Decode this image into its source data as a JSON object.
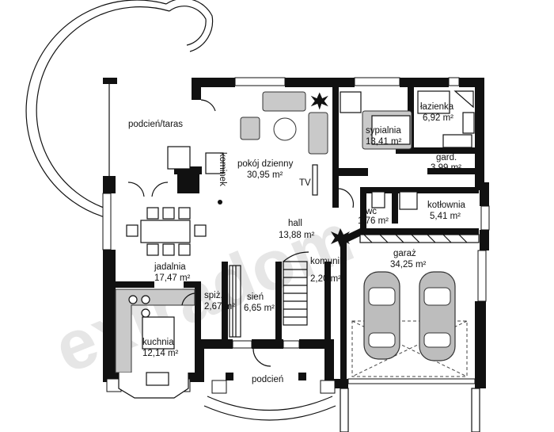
{
  "watermark": "extradom",
  "rooms": {
    "taras": "podcień/taras",
    "pokoj_name": "pokój dzienny",
    "pokoj_area": "30,95 m²",
    "kominek": "kominek",
    "tv": "TV",
    "sypialnia_name": "sypialnia",
    "sypialnia_area": "13,41 m²",
    "lazienka_name": "łazienka",
    "lazienka_area": "6,92 m²",
    "gard_name": "gard.",
    "gard_area": "3,99 m²",
    "wc_name": "wc",
    "wc_area": "1,76 m²",
    "kotlownia_name": "kotłownia",
    "kotlownia_area": "5,41 m²",
    "hall_name": "hall",
    "hall_area": "13,88 m²",
    "jadalnia_name": "jadalnia",
    "jadalnia_area": "17,47 m²",
    "garaz_name": "garaż",
    "garaz_area": "34,25 m²",
    "komunik_name": "komunik.",
    "komunik_area": "2,20 m²",
    "spiz_name": "spiż.",
    "spiz_area": "2,67 m²",
    "sien_name": "sień",
    "sien_area": "6,65 m²",
    "kuchnia_name": "kuchnia",
    "kuchnia_area": "12,14 m²",
    "podcien": "podcień"
  }
}
